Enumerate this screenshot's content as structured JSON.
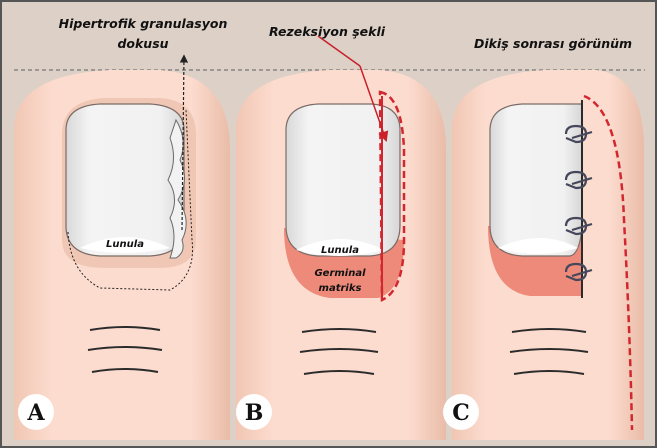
{
  "labels": {
    "hypertrophic": "Hipertrofik granulasyon",
    "hypertrophic_2": "dokusu",
    "resection": "Rezeksiyon şekli",
    "post_suture": "Dikiş sonrası görünüm",
    "lunula_a": "Lunula",
    "lunula_b": "Lunula",
    "germinal_1": "Germinal",
    "germinal_2": "matriks"
  },
  "panels": [
    {
      "badge": "A"
    },
    {
      "badge": "B"
    },
    {
      "badge": "C"
    }
  ],
  "colors": {
    "background": "#ddd0c7",
    "border": "#555555",
    "skin": "#fcdccf",
    "skin_shadow": "#e3b6a2",
    "nail": "#e9e9e9",
    "lunula": "#ffffff",
    "matrix": "#ee8a7a",
    "resection_line": "#d3272f",
    "arrow": "#c9202a",
    "suture": "#45475a",
    "badge_bg": "#ffffff"
  }
}
